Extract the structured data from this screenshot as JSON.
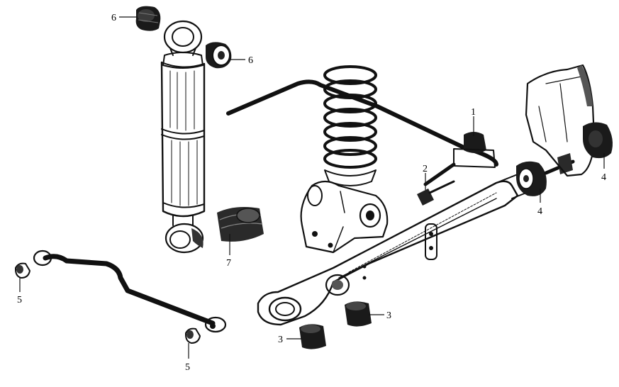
{
  "diagram": {
    "callouts": [
      {
        "id": "c1a",
        "label": "1"
      },
      {
        "id": "c2a",
        "label": "2"
      },
      {
        "id": "c3a",
        "label": "3"
      },
      {
        "id": "c3b",
        "label": "3"
      },
      {
        "id": "c4a",
        "label": "4"
      },
      {
        "id": "c4b",
        "label": "4"
      },
      {
        "id": "c5a",
        "label": "5"
      },
      {
        "id": "c5b",
        "label": "5"
      },
      {
        "id": "c6a",
        "label": "6"
      },
      {
        "id": "c6b",
        "label": "6"
      },
      {
        "id": "c7a",
        "label": "7"
      }
    ]
  }
}
